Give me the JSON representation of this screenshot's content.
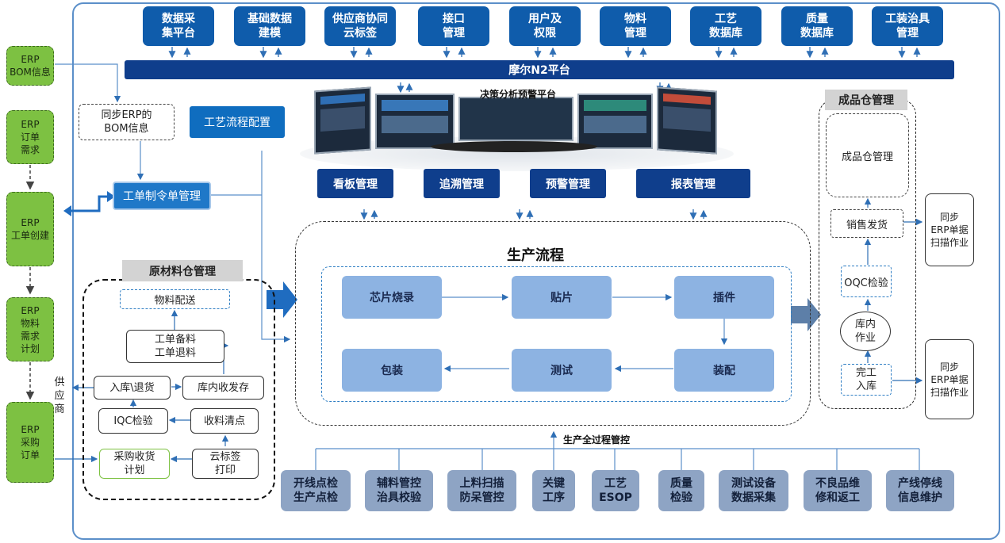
{
  "top_modules": [
    {
      "label": "数据采\n集平台"
    },
    {
      "label": "基础数据\n建模"
    },
    {
      "label": "供应商协同\n云标签"
    },
    {
      "label": "接口\n管理"
    },
    {
      "label": "用户及\n权限"
    },
    {
      "label": "物料\n管理"
    },
    {
      "label": "工艺\n数据库"
    },
    {
      "label": "质量\n数据库"
    },
    {
      "label": "工装治具\n管理"
    }
  ],
  "platform": {
    "label": "摩尔N2平台"
  },
  "erp_left": [
    {
      "label": "ERP\nBOM信息"
    },
    {
      "label": "ERP\n订单\n需求"
    },
    {
      "label": "ERP\n工单创建"
    },
    {
      "label": "ERP\n物料\n需求\n计划"
    },
    {
      "label": "ERP\n采购\n订单"
    }
  ],
  "bom_sync": {
    "label": "同步ERP的\nBOM信息"
  },
  "process_config": {
    "label": "工艺流程配置"
  },
  "work_order": {
    "label": "工单制令单管理"
  },
  "decision_title": "决策分析预警平台",
  "analysis_buttons": [
    {
      "label": "看板管理"
    },
    {
      "label": "追溯管理"
    },
    {
      "label": "预警管理"
    },
    {
      "label": "报表管理"
    }
  ],
  "raw_warehouse": {
    "title": "原材料仓管理",
    "material_delivery": "物料配送",
    "prep_return": "工单备料\n工单退料",
    "inbound_return": "入库\\退货",
    "stock_transfer": "库内收发存",
    "iqc": "IQC检验",
    "receiving_count": "收料清点",
    "purchase_plan": "采购收货\n计划",
    "cloud_label_print": "云标签\n打印"
  },
  "supplier_label": "供\n应\n商",
  "production": {
    "title": "生产流程",
    "steps": [
      {
        "label": "芯片烧录"
      },
      {
        "label": "贴片"
      },
      {
        "label": "插件"
      },
      {
        "label": "装配"
      },
      {
        "label": "测试"
      },
      {
        "label": "包装"
      }
    ]
  },
  "finished_warehouse": {
    "title": "成品仓管理",
    "inner": "成品仓管理",
    "sales_delivery": "销售发货",
    "oqc": "OQC检验",
    "in_warehouse": "库内\n作业",
    "completion_in": "完工\n入库"
  },
  "erp_sync_1": "同步\nERP单据\n扫描作业",
  "erp_sync_2": "同步\nERP单据\n扫描作业",
  "full_process_label": "生产全过程管控",
  "bottom_modules": [
    {
      "label": "开线点检\n生产点检"
    },
    {
      "label": "辅料管控\n治具校验"
    },
    {
      "label": "上料扫描\n防呆管控"
    },
    {
      "label": "关键\n工序"
    },
    {
      "label": "工艺\nESOP"
    },
    {
      "label": "质量\n检验"
    },
    {
      "label": "测试设备\n数据采集"
    },
    {
      "label": "不良品维\n修和返工"
    },
    {
      "label": "产线停线\n信息维护"
    }
  ],
  "colors": {
    "dark_navy": "#0f3e8c",
    "module_blue": "#0f5cab",
    "erp_green": "#7dc142",
    "process_blue": "#8db3e2",
    "bottom_gray_blue": "#8ea4c4"
  }
}
